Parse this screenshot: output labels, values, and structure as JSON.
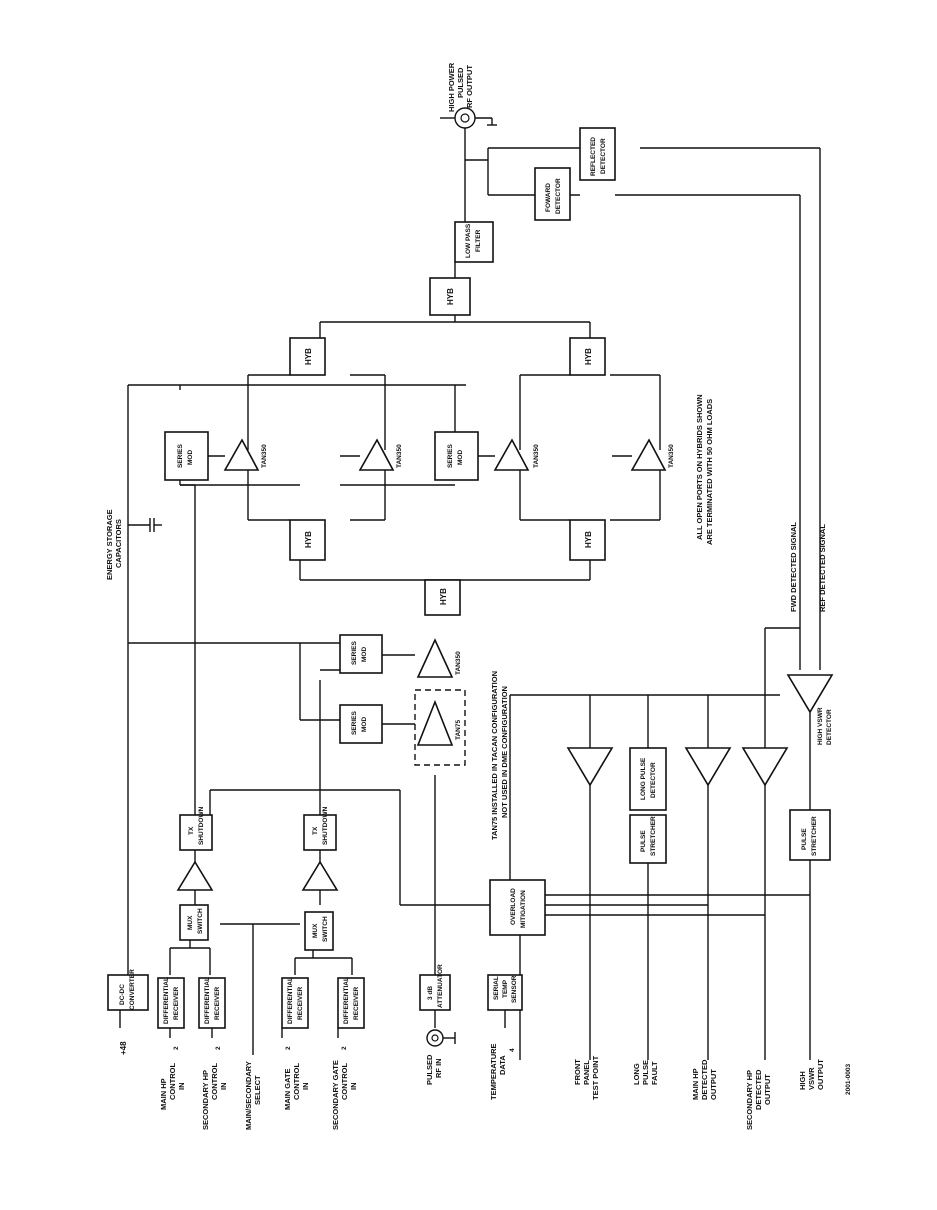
{
  "blocks": {
    "dcdc": [
      "DC-DC",
      "CONVERTER"
    ],
    "diff_rx_main_hp": [
      "DIFFERENTIAL",
      "RECEIVER"
    ],
    "diff_rx_sec_hp": [
      "DIFFERENTIAL",
      "RECEIVER"
    ],
    "diff_rx_main_gate": [
      "DIFFERENTIAL",
      "RECEIVER"
    ],
    "diff_rx_sec_gate": [
      "DIFFERENTIAL",
      "RECEIVER"
    ],
    "mux1": [
      "MUX",
      "SWITCH"
    ],
    "mux2": [
      "MUX",
      "SWITCH"
    ],
    "tx1": [
      "TX",
      "SHUTDOWN"
    ],
    "tx2": [
      "TX",
      "SHUTDOWN"
    ],
    "atten": [
      "3 dB",
      "ATTENUATOR"
    ],
    "serial_temp": [
      "SERIAL",
      "TEMP",
      "SENSOR"
    ],
    "overload": [
      "OVERLOAD",
      "MITIGATION"
    ],
    "series_mod_a": [
      "SERIES",
      "MOD"
    ],
    "series_mod_b": [
      "SERIES",
      "MOD"
    ],
    "series_mod_c": [
      "SERIES",
      "MOD"
    ],
    "series_mod_d": [
      "SERIES",
      "MOD"
    ],
    "pulse_stretcher1": [
      "PULSE",
      "STRETCHER"
    ],
    "pulse_stretcher2": [
      "PULSE",
      "STRETCHER"
    ],
    "long_pulse": [
      "LONG PULSE",
      "DETECTOR"
    ],
    "hyb": "HYB",
    "low_pass": [
      "LOW PASS",
      "FILTER"
    ],
    "forward_det": [
      "FOWARD",
      "DETECTOR"
    ],
    "reflected_det": [
      "REFLECTED",
      "DETECTOR"
    ]
  },
  "amplifiers": {
    "tan75": "TAN75",
    "tan350": "TAN350",
    "high_vswr": [
      "HIGH VSWR",
      "DETECTOR"
    ]
  },
  "labels": {
    "plus48": "+48",
    "main_hp": [
      "MAIN HP",
      "CONTROL",
      "IN"
    ],
    "sec_hp": [
      "SECONDARY HP",
      "CONTROL",
      "IN"
    ],
    "main_sec_select": [
      "MAIN/SECONDARY",
      "SELECT"
    ],
    "main_gate": [
      "MAIN GATE",
      "CONTROL",
      "IN"
    ],
    "sec_gate": [
      "SECONDARY GATE",
      "CONTROL",
      "IN"
    ],
    "pulsed_rf_in": [
      "PULSED",
      "RF IN"
    ],
    "temp_data": [
      "TEMPERATURE",
      "DATA"
    ],
    "front_panel": [
      "FRONT",
      "PANEL",
      "TEST POINT"
    ],
    "long_pulse_fault": [
      "LONG",
      "PULSE",
      "FAULT"
    ],
    "main_hp_det": [
      "MAIN HP",
      "DETECTED",
      "OUTPUT"
    ],
    "sec_hp_det": [
      "SECONDARY HP",
      "DETECTED",
      "OUTPUT"
    ],
    "high_vswr_out": [
      "HIGH",
      "VSWR",
      "OUTPUT"
    ],
    "energy_storage": [
      "ENERGY STORAGE",
      "CAPACITORS"
    ],
    "high_power": [
      "HIGH POWER",
      "PULSED",
      "RF OUTPUT"
    ],
    "tan75_note": [
      "TAN75 INSTALLED IN TACAN CONFIGURATION",
      "NOT USED IN DME CONFIGURATION"
    ],
    "open_ports_note": [
      "ALL OPEN PORTS ON HYBRIDS SHOWN",
      "ARE TERMINATED WITH 50 OHM LOADS"
    ],
    "fwd_detected": "FWD DETECTED SIGNAL",
    "ref_detected": "REF DETECTED SIGNAL",
    "two": "2",
    "four": "4",
    "fig_id": "2001-0003"
  }
}
